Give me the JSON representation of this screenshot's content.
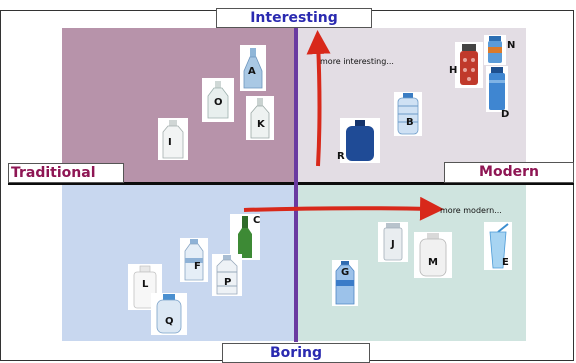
{
  "axes": {
    "top": "Interesting",
    "bottom": "Boring",
    "left": "Traditional",
    "right": "Modern"
  },
  "notes": {
    "interesting": "more interesting...",
    "modern": "more modern..."
  },
  "bottles": [
    {
      "id": "A",
      "quadrant": "top-left"
    },
    {
      "id": "O",
      "quadrant": "top-left"
    },
    {
      "id": "K",
      "quadrant": "top-left"
    },
    {
      "id": "I",
      "quadrant": "top-left"
    },
    {
      "id": "N",
      "quadrant": "top-right"
    },
    {
      "id": "H",
      "quadrant": "top-right"
    },
    {
      "id": "D",
      "quadrant": "top-right"
    },
    {
      "id": "B",
      "quadrant": "top-right"
    },
    {
      "id": "R",
      "quadrant": "top-right"
    },
    {
      "id": "C",
      "quadrant": "bottom-left"
    },
    {
      "id": "F",
      "quadrant": "bottom-left"
    },
    {
      "id": "P",
      "quadrant": "bottom-left"
    },
    {
      "id": "L",
      "quadrant": "bottom-left"
    },
    {
      "id": "Q",
      "quadrant": "bottom-left"
    },
    {
      "id": "J",
      "quadrant": "bottom-right"
    },
    {
      "id": "M",
      "quadrant": "bottom-right"
    },
    {
      "id": "G",
      "quadrant": "bottom-right"
    },
    {
      "id": "E",
      "quadrant": "bottom-right"
    }
  ],
  "colors": {
    "traditional_interesting": "#b793aa",
    "modern_interesting": "#e3dde4",
    "traditional_boring": "#c8d7ef",
    "modern_boring": "#cfe4df",
    "axis_label": "#2a2ab0",
    "side_label": "#8e1654",
    "arrow": "#d8281a",
    "divider": "#6a3aa0"
  }
}
